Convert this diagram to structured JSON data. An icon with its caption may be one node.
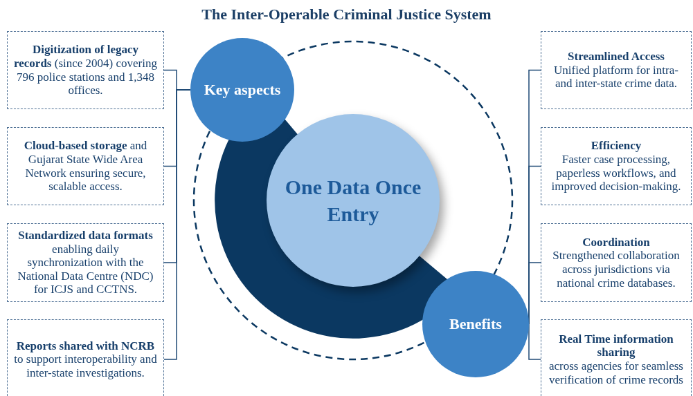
{
  "diagram": {
    "title": "The Inter-Operable Criminal Justice System",
    "nodes": [
      {
        "text": [
          "Key aspects"
        ]
      },
      {
        "text": [
          "**Digitization of legacy records** (since 2004) covering 796 police stations and 1,348 offices."
        ]
      },
      {
        "text": [
          "**Cloud-based storage** and Gujarat State Wide Area Network ensuring secure, scalable access."
        ]
      },
      {
        "text": [
          "**Standardized data formats** enabling daily synchronization with the National Data Centre (NDC) for ICJS and CCTNS."
        ]
      },
      {
        "text": [
          "**Reports shared with NCRB** to support interoperability and inter-state investigations."
        ]
      },
      {
        "text": [
          "One Data Once Entry"
        ]
      },
      {
        "text": [
          "Benefits"
        ]
      },
      {
        "text": [
          "Streamlined Access",
          "Unified platform for intra- and inter-state crime data."
        ]
      },
      {
        "text": [
          "Efficiency",
          "Faster case processing, paperless workflows, and improved decision-making."
        ]
      },
      {
        "text": [
          "Coordination",
          "Strengthened collaboration across jurisdictions via national crime databases."
        ]
      },
      {
        "text": [
          "Real Time information sharing",
          "across agencies for seamless verification of crime records"
        ]
      }
    ],
    "edges": [
      {
        "from": 1,
        "to": 0,
        "arrow": "none"
      },
      {
        "from": 2,
        "to": 0,
        "arrow": "none"
      },
      {
        "from": 3,
        "to": 0,
        "arrow": "none"
      },
      {
        "from": 4,
        "to": 0,
        "arrow": "none"
      },
      {
        "from": 7,
        "to": 6,
        "arrow": "none"
      },
      {
        "from": 8,
        "to": 6,
        "arrow": "none"
      },
      {
        "from": 9,
        "to": 6,
        "arrow": "none"
      },
      {
        "from": 10,
        "to": 6,
        "arrow": "none"
      }
    ]
  }
}
